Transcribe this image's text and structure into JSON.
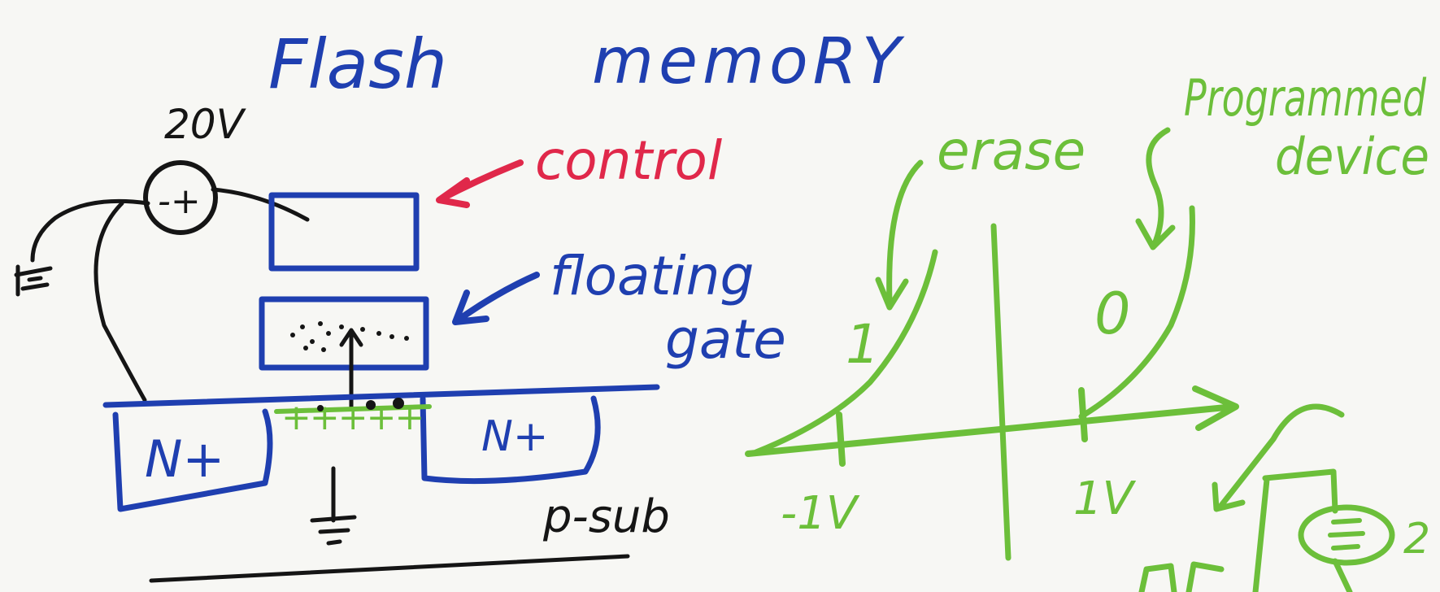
{
  "title": {
    "word1": "Flash",
    "word2": "memoRY"
  },
  "colors": {
    "blue": "#1f3fb0",
    "red": "#e0284a",
    "green": "#6cbf3a",
    "black": "#151515",
    "paper": "#f7f7f4"
  },
  "device": {
    "source_voltage": "20V",
    "source_sign": "-+",
    "control_label": "control",
    "floating_label_1": "floating",
    "floating_label_2": "gate",
    "n_left": "N+",
    "n_right": "N+",
    "substrate": "p-sub",
    "channel_charges": "+++++"
  },
  "graph": {
    "erase_label": "erase",
    "program_label_1": "Programmed",
    "program_label_2": "device",
    "state_one": "1",
    "state_zero": "0",
    "tick_neg": "-1V",
    "tick_pos": "1V",
    "source_voltage_partial": "2"
  }
}
